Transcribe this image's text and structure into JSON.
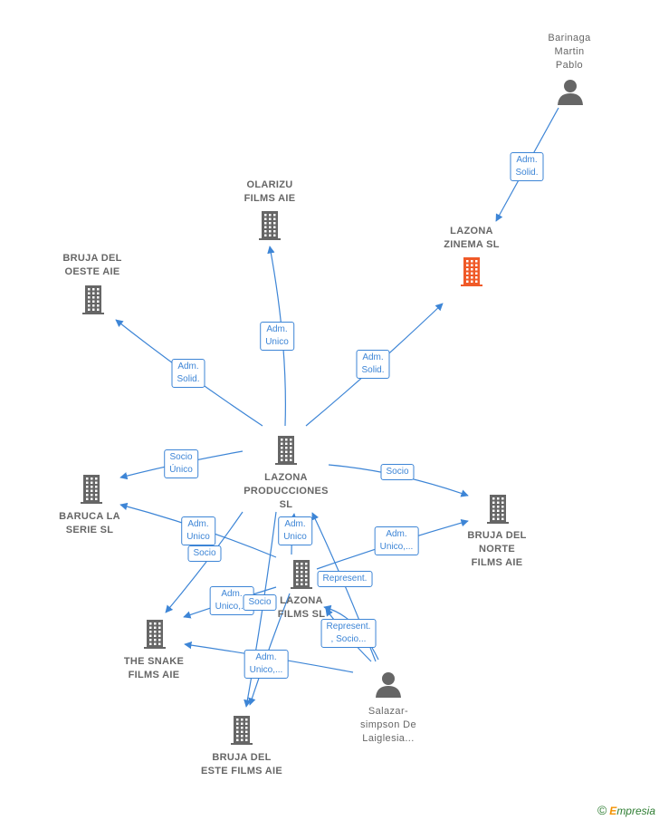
{
  "colors": {
    "edge": "#3d85d6",
    "building": "#666666",
    "highlight": "#f05a28",
    "person": "#666666"
  },
  "nodes": [
    {
      "id": "barinaga",
      "type": "person",
      "label": "Barinaga\nMartin\nPablo"
    },
    {
      "id": "lazona_zinema",
      "type": "company",
      "highlight": true,
      "label": "LAZONA\nZINEMA  SL"
    },
    {
      "id": "olarizu",
      "type": "company",
      "label": "OLARIZU\nFILMS  AIE"
    },
    {
      "id": "bruja_oeste",
      "type": "company",
      "label": "BRUJA DEL\nOESTE  AIE"
    },
    {
      "id": "lazona_producciones",
      "type": "company",
      "label": "LAZONA\nPRODUCCIONES\nSL"
    },
    {
      "id": "baruca",
      "type": "company",
      "label": "BARUCA LA\nSERIE  SL"
    },
    {
      "id": "bruja_norte",
      "type": "company",
      "label": "BRUJA DEL\nNORTE\nFILMS AIE"
    },
    {
      "id": "lazona_films",
      "type": "company",
      "label": "LAZONA\nFILMS SL"
    },
    {
      "id": "snake",
      "type": "company",
      "label": "THE SNAKE\nFILMS AIE"
    },
    {
      "id": "bruja_este",
      "type": "company",
      "label": "BRUJA DEL\nESTE FILMS AIE"
    },
    {
      "id": "salazar",
      "type": "person",
      "label": "Salazar-\nsimpson De\nLaiglesia..."
    }
  ],
  "edge_labels": [
    "Adm.\nSolid.",
    "Adm.\nUnico",
    "Adm.\nSolid.",
    "Adm.\nSolid.",
    "Socio\nÚnico",
    "Socio",
    "Adm.\nUnico",
    "Socio",
    "Adm.\nUnico",
    "Adm.\nUnico,...",
    "Represent.",
    "Adm.\nUnico,...",
    "Socio",
    "Represent.\n, Socio...",
    "Adm.\nUnico,..."
  ],
  "brand": {
    "copyright": "©",
    "name_initial": "E",
    "name_rest": "mpresia"
  }
}
